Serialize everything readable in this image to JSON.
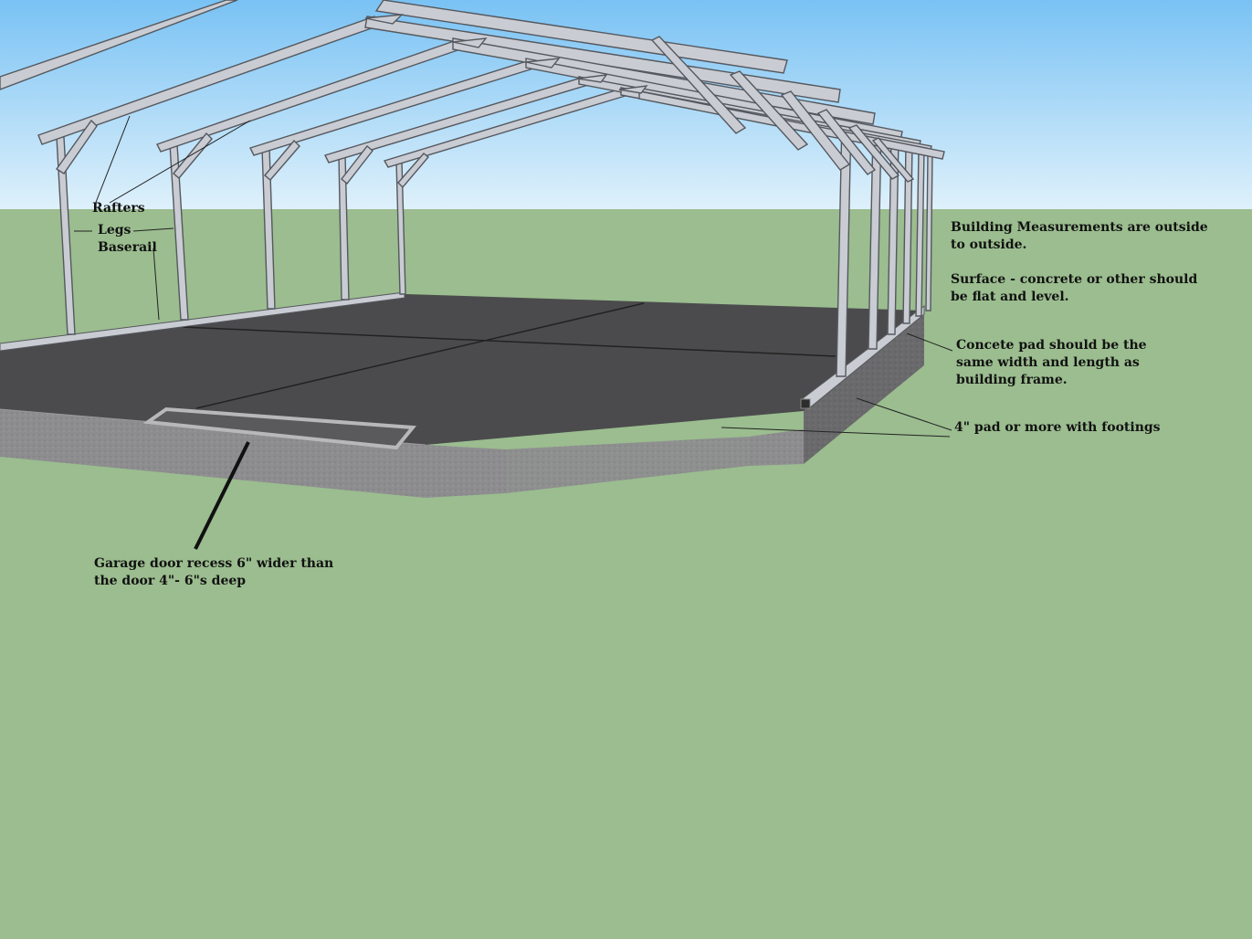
{
  "labels": {
    "rafters": "Rafters",
    "legs": "Legs",
    "baserail": "Baserail",
    "garage_recess": "Garage door recess 6\" wider than the door 4\"- 6\"s deep",
    "measurements": "Building Measurements are outside to outside.",
    "surface": "Surface - concrete or other should be flat and level.",
    "pad_size": "Concete pad should be the same width and length as building frame.",
    "pad_depth": "4\" pad or more with footings"
  },
  "colors": {
    "sky_top": "#7cc4f4",
    "sky_bottom": "#d9eefb",
    "grass": "#9bbd8f",
    "slab_top": "#4b4b4d",
    "slab_side": "#8f8f91",
    "slab_end": "#6c6c6e",
    "steel": "#c9ccd2",
    "steel_edge": "#55585e"
  }
}
